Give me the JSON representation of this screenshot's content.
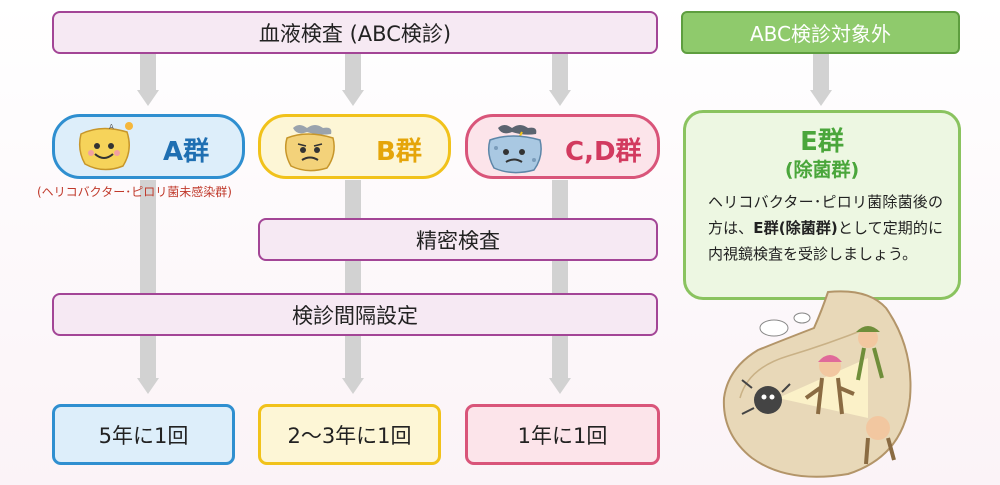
{
  "header": {
    "blood_test": "血液検査 (ABC検診)",
    "excluded": "ABC検診対象外"
  },
  "groups": {
    "a": {
      "label": "A群",
      "caption": "(ヘリコバクター･ピロリ菌未感染群)",
      "icon": "happy-stomach-icon"
    },
    "b": {
      "label": "B群",
      "icon": "worried-stomach-icon"
    },
    "cd": {
      "label": "C,D群",
      "icon": "sick-stomach-icon"
    }
  },
  "steps": {
    "detailed_exam": "精密検査",
    "interval_setting": "検診間隔設定"
  },
  "results": {
    "a": "5年に1回",
    "b": "2～3年に1回",
    "cd": "1年に1回"
  },
  "e_group": {
    "title": "E群",
    "subtitle": "(除菌群)",
    "desc_part1": "ヘリコバクター･ピロリ菌除菌後の方は、",
    "desc_bold": "E群(除菌群)",
    "desc_part2": "として定期的に内視鏡検査を受診しましょう。"
  },
  "illustration": {
    "icon": "endoscopy-exploration-illustration"
  },
  "colors": {
    "purple_border": "#a34596",
    "purple_fill": "#f6e9f3",
    "green": "#8ac35f",
    "blue": "#2f8fd0",
    "yellow": "#f1c21b",
    "red": "#d9557a"
  }
}
